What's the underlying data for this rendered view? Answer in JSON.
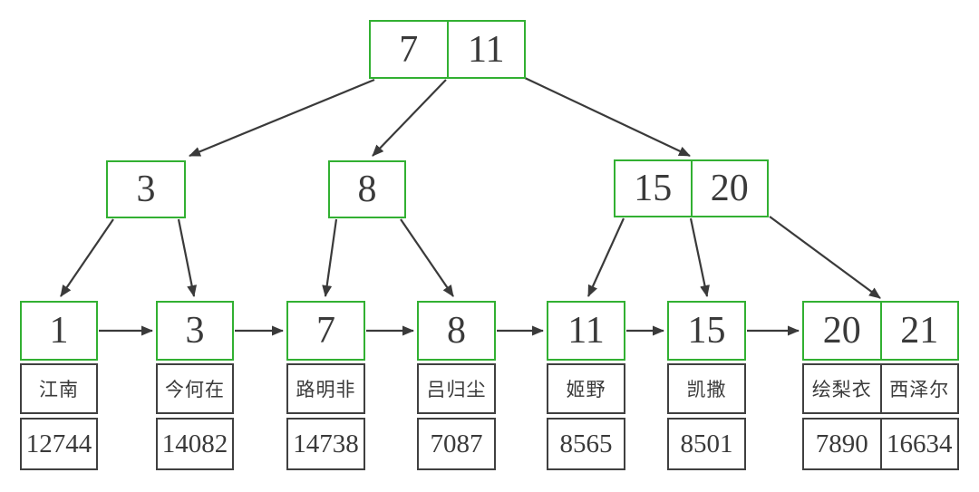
{
  "diagram": {
    "type": "b-plus-tree",
    "colors": {
      "node_border": "#32b032",
      "cell_border": "#404040",
      "text": "#3a3a3a",
      "arrow": "#3a3a3a"
    },
    "root": {
      "keys": [
        "7",
        "11"
      ]
    },
    "internal_nodes": [
      {
        "keys": [
          "3"
        ]
      },
      {
        "keys": [
          "8"
        ]
      },
      {
        "keys": [
          "15",
          "20"
        ]
      }
    ],
    "leaf_nodes": [
      {
        "keys": [
          "1"
        ],
        "names": [
          "江南"
        ],
        "values": [
          "12744"
        ]
      },
      {
        "keys": [
          "3"
        ],
        "names": [
          "今何在"
        ],
        "values": [
          "14082"
        ]
      },
      {
        "keys": [
          "7"
        ],
        "names": [
          "路明非"
        ],
        "values": [
          "14738"
        ]
      },
      {
        "keys": [
          "8"
        ],
        "names": [
          "吕归尘"
        ],
        "values": [
          "7087"
        ]
      },
      {
        "keys": [
          "11"
        ],
        "names": [
          "姬野"
        ],
        "values": [
          "8565"
        ]
      },
      {
        "keys": [
          "15"
        ],
        "names": [
          "凯撒"
        ],
        "values": [
          "8501"
        ]
      },
      {
        "keys": [
          "20",
          "21"
        ],
        "names": [
          "绘梨衣",
          "西泽尔"
        ],
        "values": [
          "7890",
          "16634"
        ]
      }
    ]
  }
}
